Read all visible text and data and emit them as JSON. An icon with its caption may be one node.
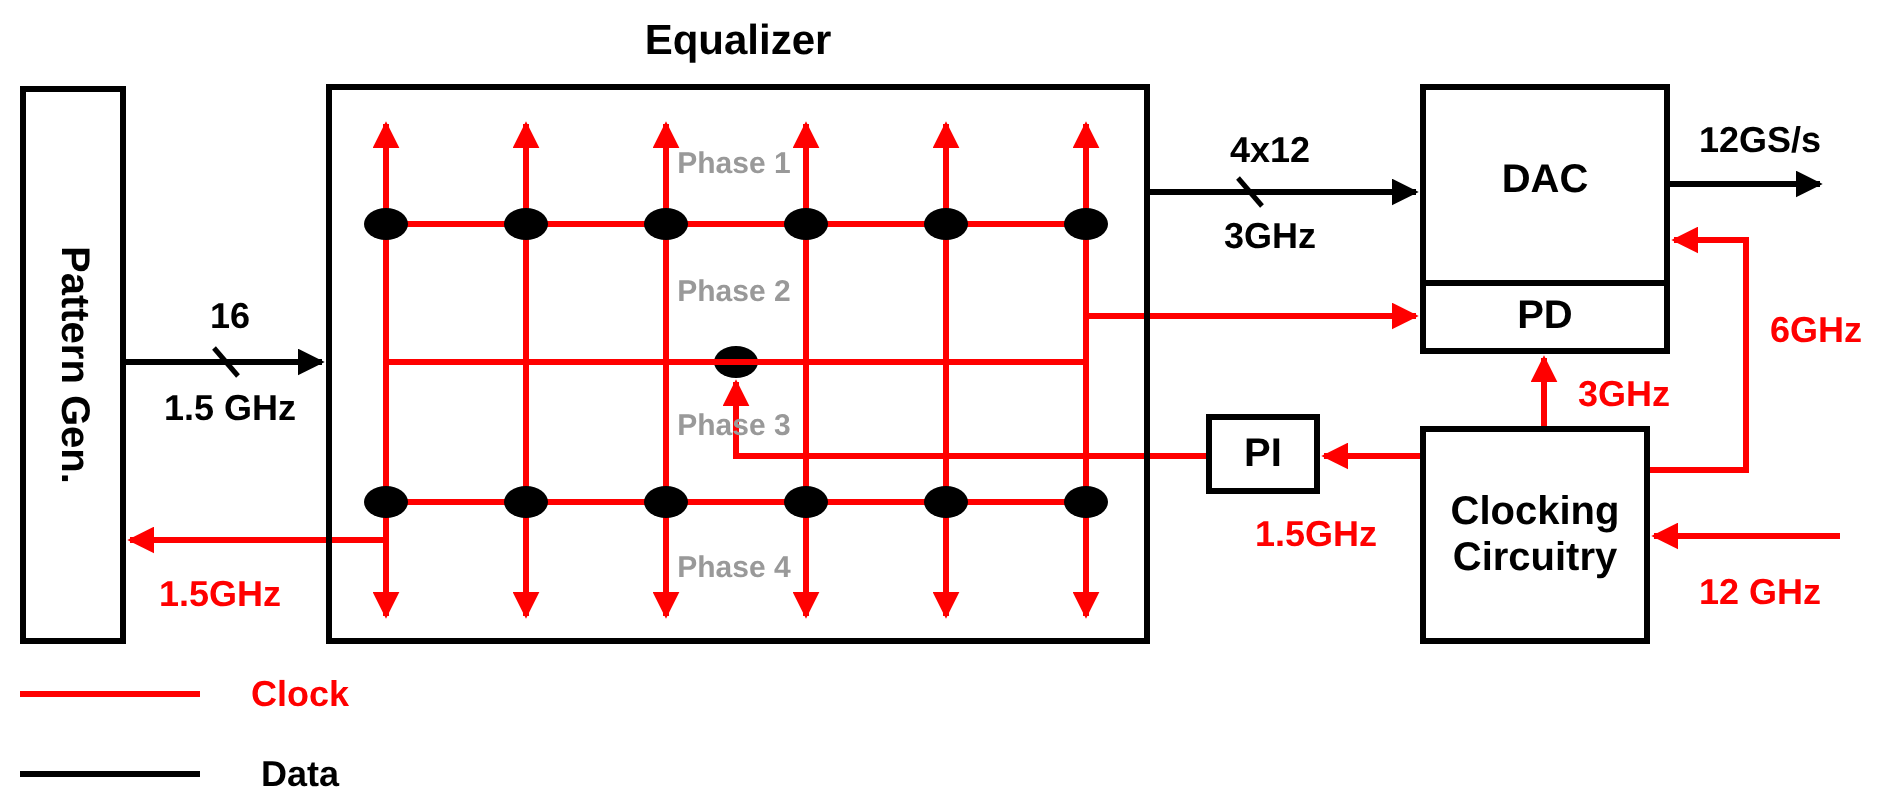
{
  "diagram": {
    "nodes": [
      {
        "text": [
          "Pattern Gen."
        ]
      },
      {
        "text": [
          "Equalizer"
        ]
      },
      {
        "text": [],
        "shape": "circle",
        "in": 1
      },
      {
        "text": [
          "DAC"
        ]
      },
      {
        "text": [
          "PD"
        ],
        "in": 3
      },
      {
        "text": [
          "PI"
        ]
      },
      {
        "text": [
          "Clocking Circuitry"
        ]
      }
    ],
    "edges": [
      {
        "from": 0,
        "to": 1,
        "arrow": "to",
        "label": "16",
        "color": "#000000"
      },
      {
        "from": 1,
        "to": 0,
        "arrow": "to",
        "label": "1.5GHz"
      },
      {
        "from": 1,
        "to": 3,
        "arrow": "to",
        "label": "4x12",
        "color": "#000000"
      },
      {
        "from": 1,
        "to": 4,
        "arrow": "to"
      },
      {
        "from": 3,
        "to": null,
        "arrow": "to",
        "label": "12GS/s",
        "color": "#000000"
      },
      {
        "from": 6,
        "to": 4,
        "arrow": "to",
        "label": "3GHz"
      },
      {
        "from": 6,
        "to": 3,
        "arrow": "to",
        "label": "6GHz"
      },
      {
        "from": 6,
        "to": 5,
        "arrow": "to",
        "label": "1.5GHz"
      },
      {
        "from": 5,
        "to": 2,
        "arrow": "to"
      },
      {
        "from": null,
        "to": 6,
        "arrow": "to",
        "label": "12 GHz"
      }
    ],
    "labels": [
      "Phase 1",
      "Phase 2",
      "Phase 3",
      "Phase 4",
      "1.5 GHz",
      "3GHz"
    ],
    "legend": [
      {
        "text": "Clock"
      },
      {
        "text": "Data"
      }
    ]
  }
}
